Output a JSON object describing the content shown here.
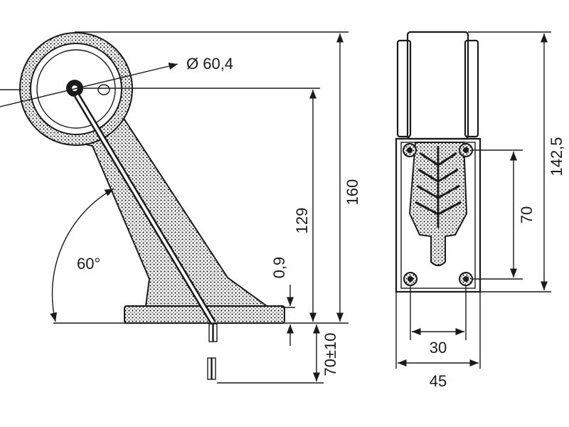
{
  "dimensions": {
    "diameter": "Ø 60,4",
    "angle": "60°",
    "height_total": "160",
    "height_center": "129",
    "base_thickness": "0,9",
    "cable_length": "70±10",
    "side_height": "142,5",
    "side_hole_spacing_vertical": "70",
    "side_hole_spacing_horizontal": "30",
    "side_width": "45"
  },
  "colors": {
    "line": "#1a1a1a",
    "background": "#ffffff"
  }
}
